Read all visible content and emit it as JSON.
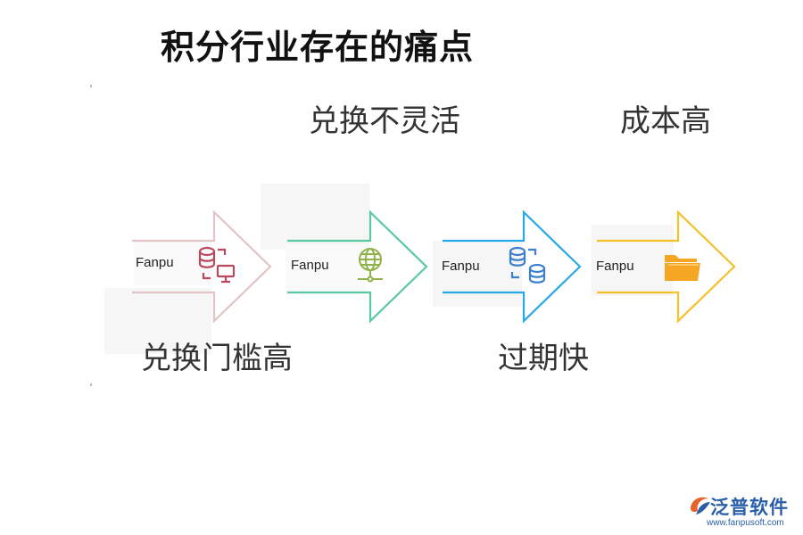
{
  "title": "积分行业存在的痛点",
  "pain_points": {
    "top_1": "兑换不灵活",
    "top_2": "成本高",
    "bottom_1": "兑换门槛高",
    "bottom_2": "过期快"
  },
  "steps": [
    {
      "label": "Fanpu",
      "color": "#e3c4c6",
      "icon": "database-monitor-icon",
      "icon_color": "#b94a5e"
    },
    {
      "label": "Fanpu",
      "color": "#5cc89e",
      "icon": "globe-network-icon",
      "icon_color": "#8fb24a"
    },
    {
      "label": "Fanpu",
      "color": "#28a8e8",
      "icon": "database-sync-icon",
      "icon_color": "#3b7fd0"
    },
    {
      "label": "Fanpu",
      "color": "#f5c02a",
      "icon": "folder-icon",
      "icon_color": "#f5a623"
    }
  ],
  "logo": {
    "name": "泛普软件",
    "url": "www.fanpusoft.com"
  }
}
